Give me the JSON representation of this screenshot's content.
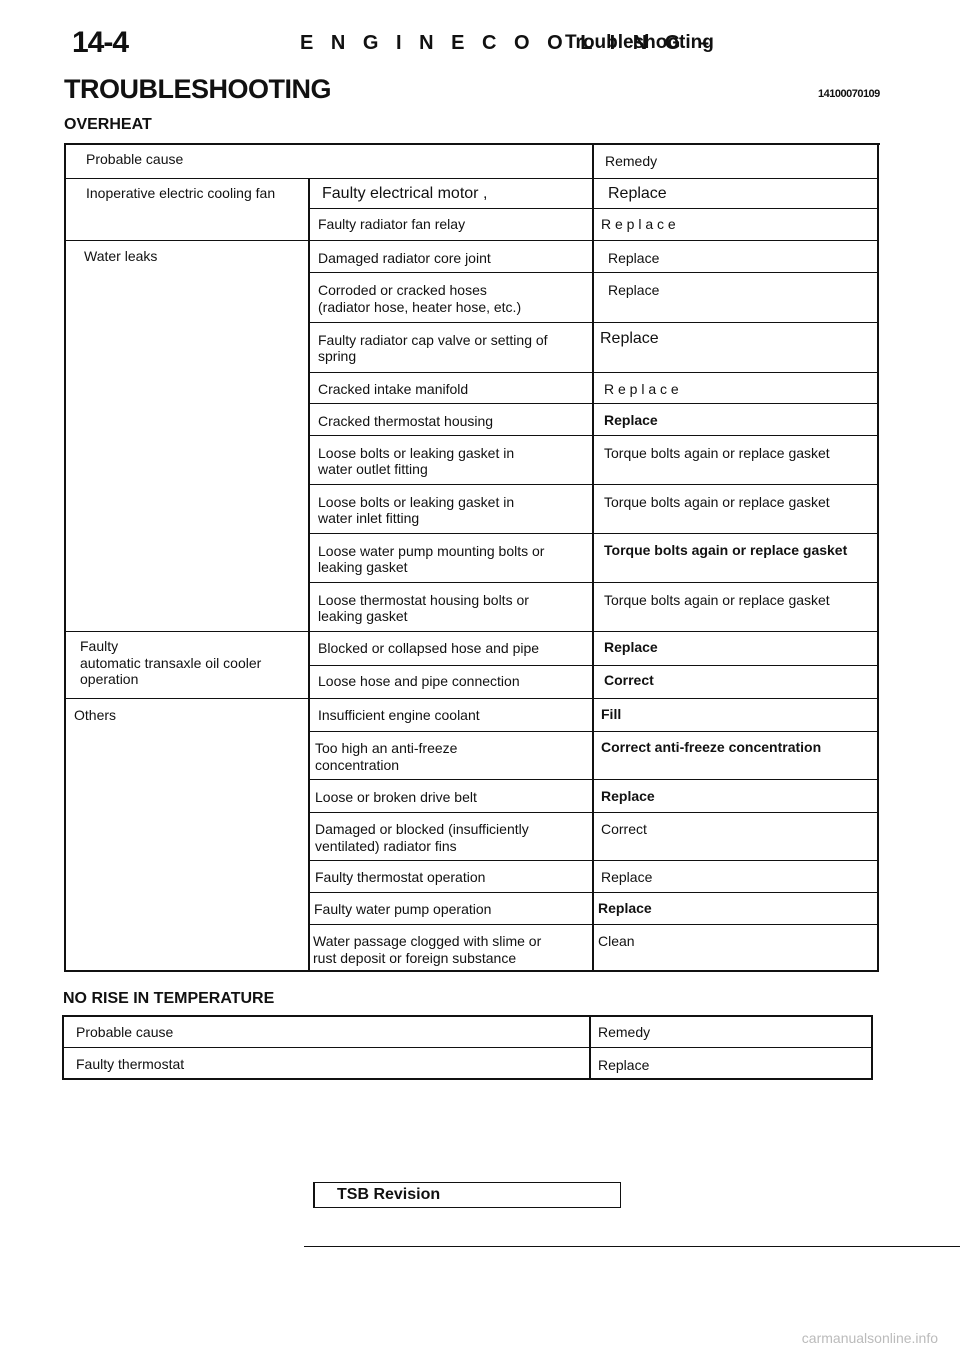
{
  "header": {
    "page_number": "14-4",
    "title": "E N G I N E   C O O L I N G  –",
    "subtitle": "Troubleshooting"
  },
  "doc": {
    "title": "TROUBLESHOOTING",
    "code": "14100070109"
  },
  "overheat": {
    "heading": "OVERHEAT",
    "col_cause": "Probable cause",
    "col_remedy": "Remedy",
    "groups": [
      "Inoperative electric cooling fan",
      "Water leaks",
      "Faulty",
      "automatic transaxle oil cooler",
      "operation",
      "Others"
    ],
    "rows": [
      {
        "cause": "Faulty electrical motor ,",
        "remedy": "Replace"
      },
      {
        "cause": "Faulty radiator fan relay",
        "remedy": "R e p l a c e"
      },
      {
        "cause": "Damaged radiator core joint",
        "remedy": "Replace"
      },
      {
        "cause": "Corroded or cracked hoses",
        "cause2": "(radiator hose, heater hose, etc.)",
        "remedy": "Replace"
      },
      {
        "cause": "Faulty radiator cap valve or setting of",
        "cause2": "spring",
        "remedy": "Replace"
      },
      {
        "cause": "Cracked intake manifold",
        "remedy": "R e p l a c e"
      },
      {
        "cause": "Cracked thermostat housing",
        "remedy": "Replace"
      },
      {
        "cause": "Loose bolts or leaking gasket in",
        "cause2": "water outlet fitting",
        "remedy": "Torque bolts again or replace gasket"
      },
      {
        "cause": "Loose bolts or leaking gasket in",
        "cause2": "water inlet fitting",
        "remedy": "Torque bolts again or replace gasket"
      },
      {
        "cause": "Loose water pump mounting bolts or",
        "cause2": "leaking gasket",
        "remedy": "Torque bolts again or replace gasket"
      },
      {
        "cause": "Loose thermostat housing bolts or",
        "cause2": "leaking gasket",
        "remedy": "Torque bolts again or replace gasket"
      },
      {
        "cause": "Blocked or collapsed hose and pipe",
        "remedy": "Replace"
      },
      {
        "cause": "Loose hose and pipe connection",
        "remedy": "Correct"
      },
      {
        "cause": "Insufficient engine coolant",
        "remedy": "Fill"
      },
      {
        "cause": "Too high an anti-freeze",
        "cause2": "concentration",
        "remedy": "Correct anti-freeze concentration"
      },
      {
        "cause": "Loose or broken drive belt",
        "remedy": "Replace"
      },
      {
        "cause": "Damaged or blocked (insufficiently",
        "cause2": "ventilated) radiator fins",
        "remedy": "Correct"
      },
      {
        "cause": "Faulty thermostat operation",
        "remedy": "Replace"
      },
      {
        "cause": "Faulty water pump operation",
        "remedy": "Replace"
      },
      {
        "cause": "Water passage clogged with slime or",
        "cause2": "rust deposit or foreign substance",
        "remedy": "Clean"
      }
    ]
  },
  "no_rise": {
    "heading": "NO RISE IN TEMPERATURE",
    "col_cause": "Probable cause",
    "col_remedy": "Remedy",
    "rows": [
      {
        "cause": "Faulty thermostat",
        "remedy": "Replace"
      }
    ]
  },
  "footer": {
    "tsb_label": "TSB Revision",
    "watermark": "carmanualsonline.info"
  }
}
